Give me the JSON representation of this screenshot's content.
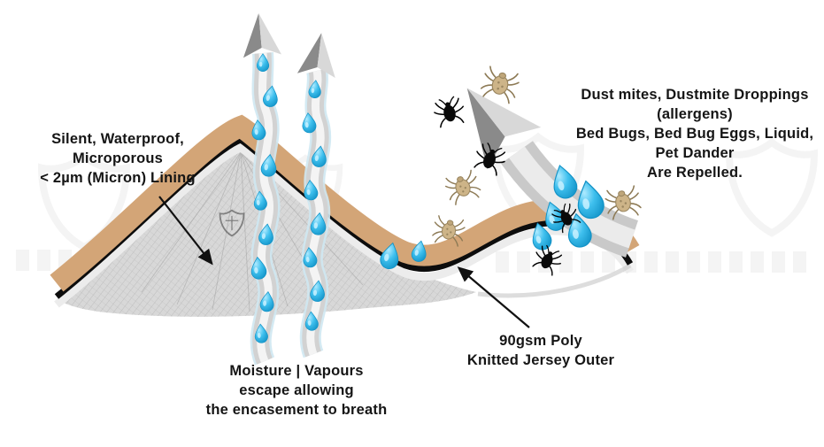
{
  "labels": {
    "lining": {
      "lines": [
        "Silent, Waterproof,",
        "Microporous",
        "< 2µm (Micron) Lining"
      ]
    },
    "repelled": {
      "lines": [
        "Dust mites,  Dustmite  Droppings",
        "(allergens)",
        "Bed Bugs, Bed Bug Eggs, Liquid,",
        "Pet Dander",
        "Are Repelled."
      ]
    },
    "moisture": {
      "lines": [
        "Moisture | Vapours",
        "escape allowing",
        "the encasement to breath"
      ]
    },
    "outer": {
      "lines": [
        "90gsm Poly",
        "Knitted Jersey Outer"
      ]
    }
  },
  "colors": {
    "droplet_blue": "#2eb6e9",
    "fabric_tan": "#d3a577",
    "fabric_black": "#0d0d0d",
    "lining_gray": "#d8d8d8",
    "arrow_gray": "#c9c9c9",
    "text_dark": "#151515"
  },
  "icons": {
    "vapour_arrow": "wavy-up-arrow",
    "repel_arrow": "curved-up-left-arrow",
    "water_droplet": "teardrop",
    "dust_mite": "tan-mite",
    "bed_bug": "black-bug",
    "watermark": "shield"
  }
}
